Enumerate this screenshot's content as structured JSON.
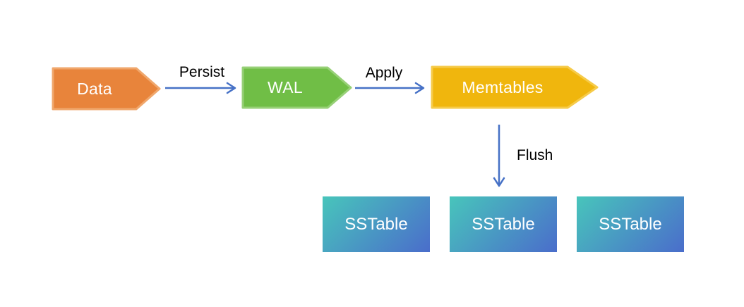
{
  "diagram": {
    "type": "flow-diagram",
    "nodes": [
      {
        "id": "data",
        "label": "Data",
        "shape": "pentagon-arrow",
        "fill": "#E8843B",
        "stroke": "#F0A76C",
        "text_color": "#FFFFFF"
      },
      {
        "id": "wal",
        "label": "WAL",
        "shape": "pentagon-arrow",
        "fill": "#70BE46",
        "stroke": "#97D077",
        "text_color": "#FFFFFF"
      },
      {
        "id": "memtables",
        "label": "Memtables",
        "shape": "pentagon-arrow",
        "fill": "#F0B60D",
        "stroke": "#F6CB4A",
        "text_color": "#FFFFFF"
      },
      {
        "id": "sstable-1",
        "label": "SSTable",
        "shape": "gradient-rect",
        "text_color": "#FFFFFF"
      },
      {
        "id": "sstable-2",
        "label": "SSTable",
        "shape": "gradient-rect",
        "text_color": "#FFFFFF"
      },
      {
        "id": "sstable-3",
        "label": "SSTable",
        "shape": "gradient-rect",
        "text_color": "#FFFFFF"
      }
    ],
    "edges": [
      {
        "from": "data",
        "to": "wal",
        "label": "Persist",
        "direction": "right"
      },
      {
        "from": "wal",
        "to": "memtables",
        "label": "Apply",
        "direction": "right"
      },
      {
        "from": "memtables",
        "to": "sstables",
        "label": "Flush",
        "direction": "down"
      }
    ],
    "colors": {
      "arrow": "#4671C6",
      "edge_label_text": "#000000",
      "sstable_gradient_start": "#48C5BB",
      "sstable_gradient_end": "#4A6DCB",
      "background": "#FFFFFF"
    }
  }
}
